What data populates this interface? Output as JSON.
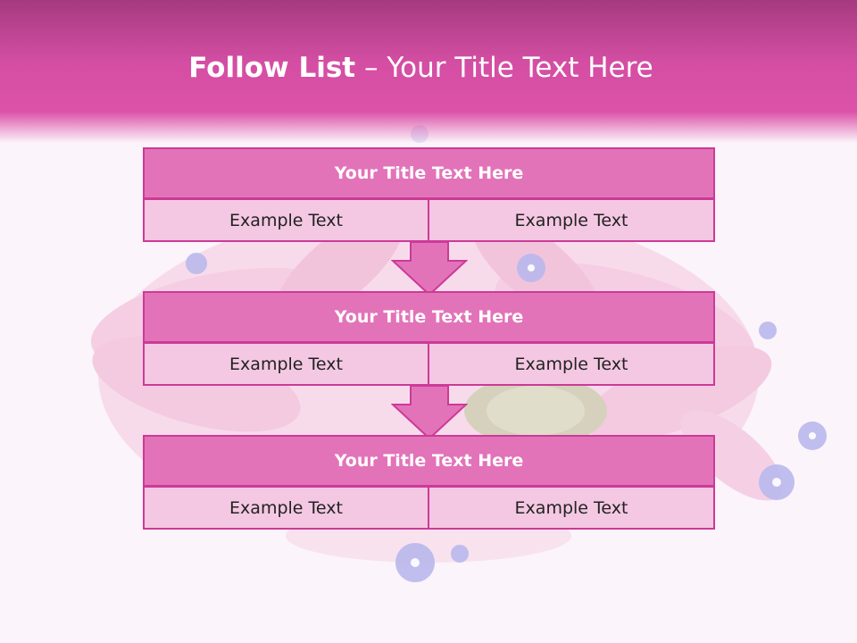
{
  "slide": {
    "title_bold": "Follow List",
    "title_rest": " – Your Title Text Here"
  },
  "steps": [
    {
      "title": "Your Title Text Here",
      "left": "Example Text",
      "right": "Example Text"
    },
    {
      "title": "Your Title Text Here",
      "left": "Example Text",
      "right": "Example Text"
    },
    {
      "title": "Your Title Text Here",
      "left": "Example Text",
      "right": "Example Text"
    }
  ],
  "colors": {
    "header": "#dc52a9",
    "box_title": "#e373b8",
    "box_cell": "#f4c8e2",
    "border": "#cc3a98",
    "arrow": "#e373b8"
  },
  "background": {
    "image": "pink-daisy-and-forget-me-not-flowers"
  }
}
